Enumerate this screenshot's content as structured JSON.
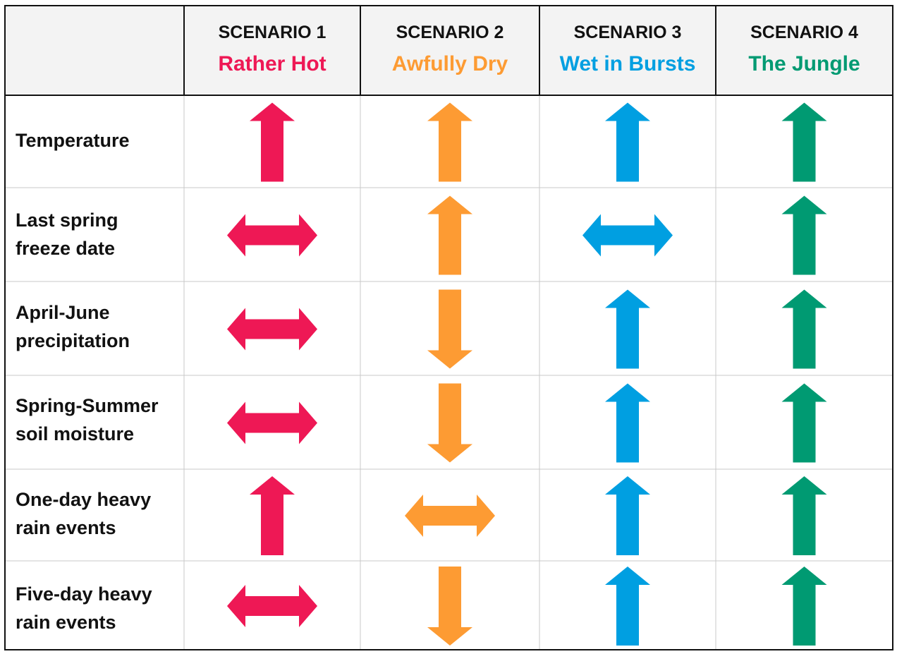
{
  "scenarios": [
    {
      "number": "SCENARIO 1",
      "name": "Rather Hot",
      "color": "#ee1855"
    },
    {
      "number": "SCENARIO 2",
      "name": "Awfully Dry",
      "color": "#fd9b33"
    },
    {
      "number": "SCENARIO 3",
      "name": "Wet in Bursts",
      "color": "#009fe1"
    },
    {
      "number": "SCENARIO 4",
      "name": "The Jungle",
      "color": "#009a72"
    }
  ],
  "rows": [
    {
      "line1": "Temperature",
      "line2": "",
      "arrows": [
        "up",
        "up",
        "up",
        "up"
      ]
    },
    {
      "line1": "Last spring",
      "line2": "freeze date",
      "arrows": [
        "both",
        "up",
        "both",
        "up"
      ]
    },
    {
      "line1": "April-June",
      "line2": "precipitation",
      "arrows": [
        "both",
        "down",
        "up",
        "up"
      ]
    },
    {
      "line1": "Spring-Summer",
      "line2": "soil moisture",
      "arrows": [
        "both",
        "down",
        "up",
        "up"
      ]
    },
    {
      "line1": "One-day heavy",
      "line2": "rain events",
      "arrows": [
        "up",
        "both",
        "up",
        "up"
      ]
    },
    {
      "line1": "Five-day heavy",
      "line2": "rain events",
      "arrows": [
        "both",
        "down",
        "up",
        "up"
      ]
    }
  ],
  "icons": {
    "up": "up-arrow-icon",
    "down": "down-arrow-icon",
    "both": "left-right-arrow-icon"
  },
  "colors": {
    "header_bg": "#f3f3f3",
    "border": "#111111",
    "grid_line": "#c8c8c8"
  }
}
